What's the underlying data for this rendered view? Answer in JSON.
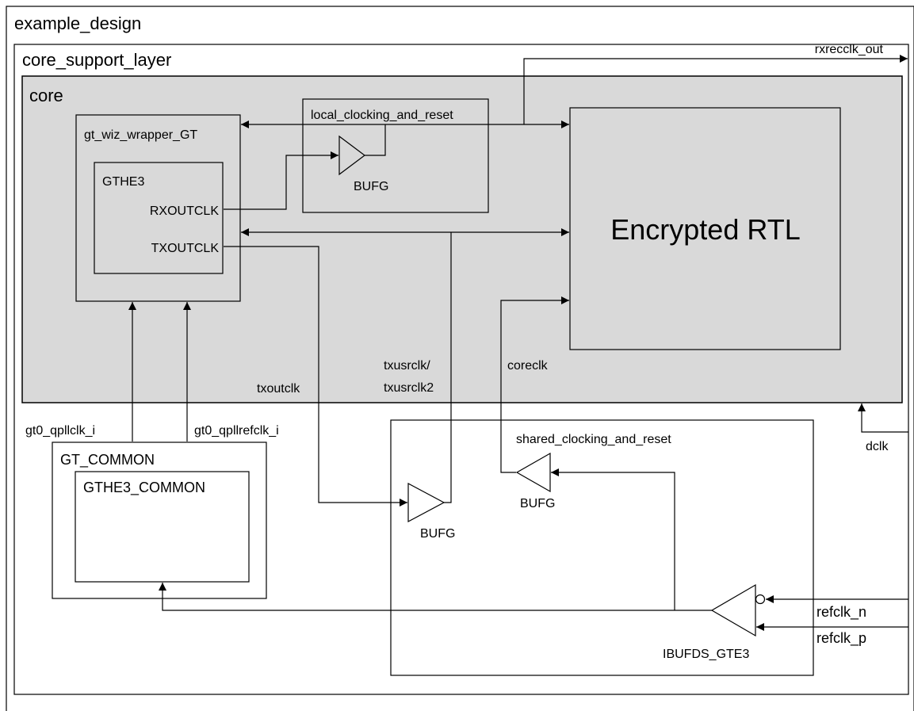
{
  "blocks": {
    "example_design": "example_design",
    "core_support_layer": "core_support_layer",
    "core": "core",
    "gt_wiz_wrapper": "gt_wiz_wrapper_GT",
    "gthe3": "GTHE3",
    "local_clocking": "local_clocking_and_reset",
    "encrypted_rtl": "Encrypted RTL",
    "gt_common": "GT_COMMON",
    "gthe3_common": "GTHE3_COMMON",
    "shared_clocking": "shared_clocking_and_reset"
  },
  "ports": {
    "rxoutclk": "RXOUTCLK",
    "txoutclk": "TXOUTCLK"
  },
  "buffers": {
    "bufg_local": "BUFG",
    "bufg_tx": "BUFG",
    "bufg_core": "BUFG",
    "ibufds": "IBUFDS_GTE3"
  },
  "signals": {
    "rxrecclk_out": "rxrecclk_out",
    "txoutclk": "txoutclk",
    "txusrclk_line1": "txusrclk/",
    "txusrclk_line2": "txusrclk2",
    "coreclk": "coreclk",
    "gt0_qpllclk_i": "gt0_qpllclk_i",
    "gt0_qpllrefclk_i": "gt0_qpllrefclk_i",
    "dclk": "dclk",
    "refclk_n": "refclk_n",
    "refclk_p": "refclk_p"
  },
  "colors": {
    "core_fill": "#d9d9d9",
    "line": "#000000"
  }
}
